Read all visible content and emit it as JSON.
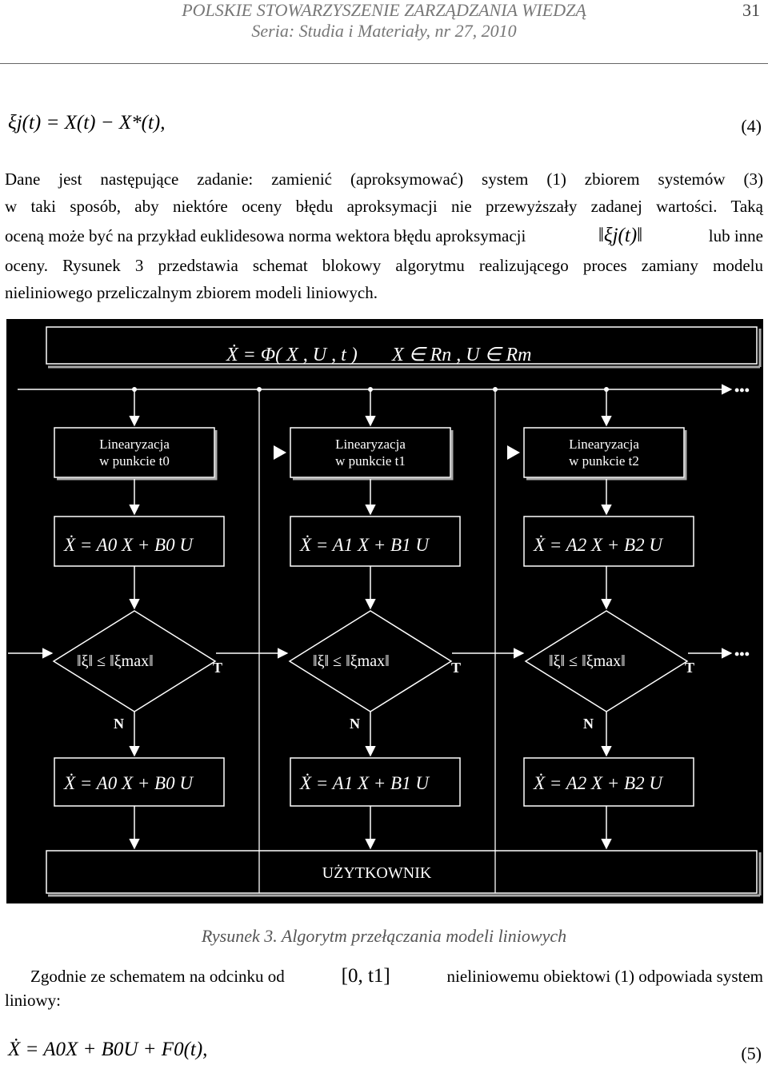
{
  "header": {
    "line1": "POLSKIE STOWARZYSZENIE ZARZĄDZANIA WIEDZĄ",
    "line2": "Seria: Studia i Materiały, nr 27, 2010",
    "page_number": "31"
  },
  "eq4": {
    "text": "ξj(t) = X(t) − X*(t),",
    "number": "(4)"
  },
  "paragraph1": {
    "line1": "Dane jest następujące zadanie: zamienić (aproksymować) system (1) zbiorem systemów (3)",
    "line2": "w taki sposób, aby niektóre oceny błędu aproksymacji nie przewyższały zadanej wartości. Taką",
    "line3_before": "oceną może być na przykład euklidesowa norma wektora błędu aproksymacji",
    "line3_math": "‖ξj(t)‖",
    "line3_after": "lub inne",
    "line4": "oceny. Rysunek 3 przedstawia schemat blokowy algorytmu realizującego proces zamiany modelu",
    "line5": "nieliniowego przeliczalnym zbiorem modeli liniowych."
  },
  "figure": {
    "top_equation": "Ẋ = Φ( X , U , t )",
    "top_domain": "X ∈ Rn , U ∈ Rm",
    "ellipsis": "•••",
    "linearization_label": "Linearyzacja",
    "linearization_sub": [
      "w punkcie t0",
      "w punkcie t1",
      "w punkcie t2"
    ],
    "linear_models": [
      "Ẋ = A0 X + B0 U",
      "Ẋ = A1 X + B1 U",
      "Ẋ = A2 X + B2 U"
    ],
    "condition": "‖ξ‖ ≤ ‖ξmax‖",
    "true_label": "T",
    "false_label": "N",
    "user_label": "UŻYTKOWNIK"
  },
  "caption": "Rysunek 3. Algorytm przełączania modeli liniowych",
  "paragraph2": {
    "line1_before": "Zgodnie ze schematem na odcinku od",
    "line1_math": "[0, t1]",
    "line1_after": "nieliniowemu obiektowi (1) odpowiada system",
    "line2": "liniowy:"
  },
  "eq5": {
    "text": "Ẋ = A0X + B0U + F0(t),",
    "number": "(5)"
  }
}
